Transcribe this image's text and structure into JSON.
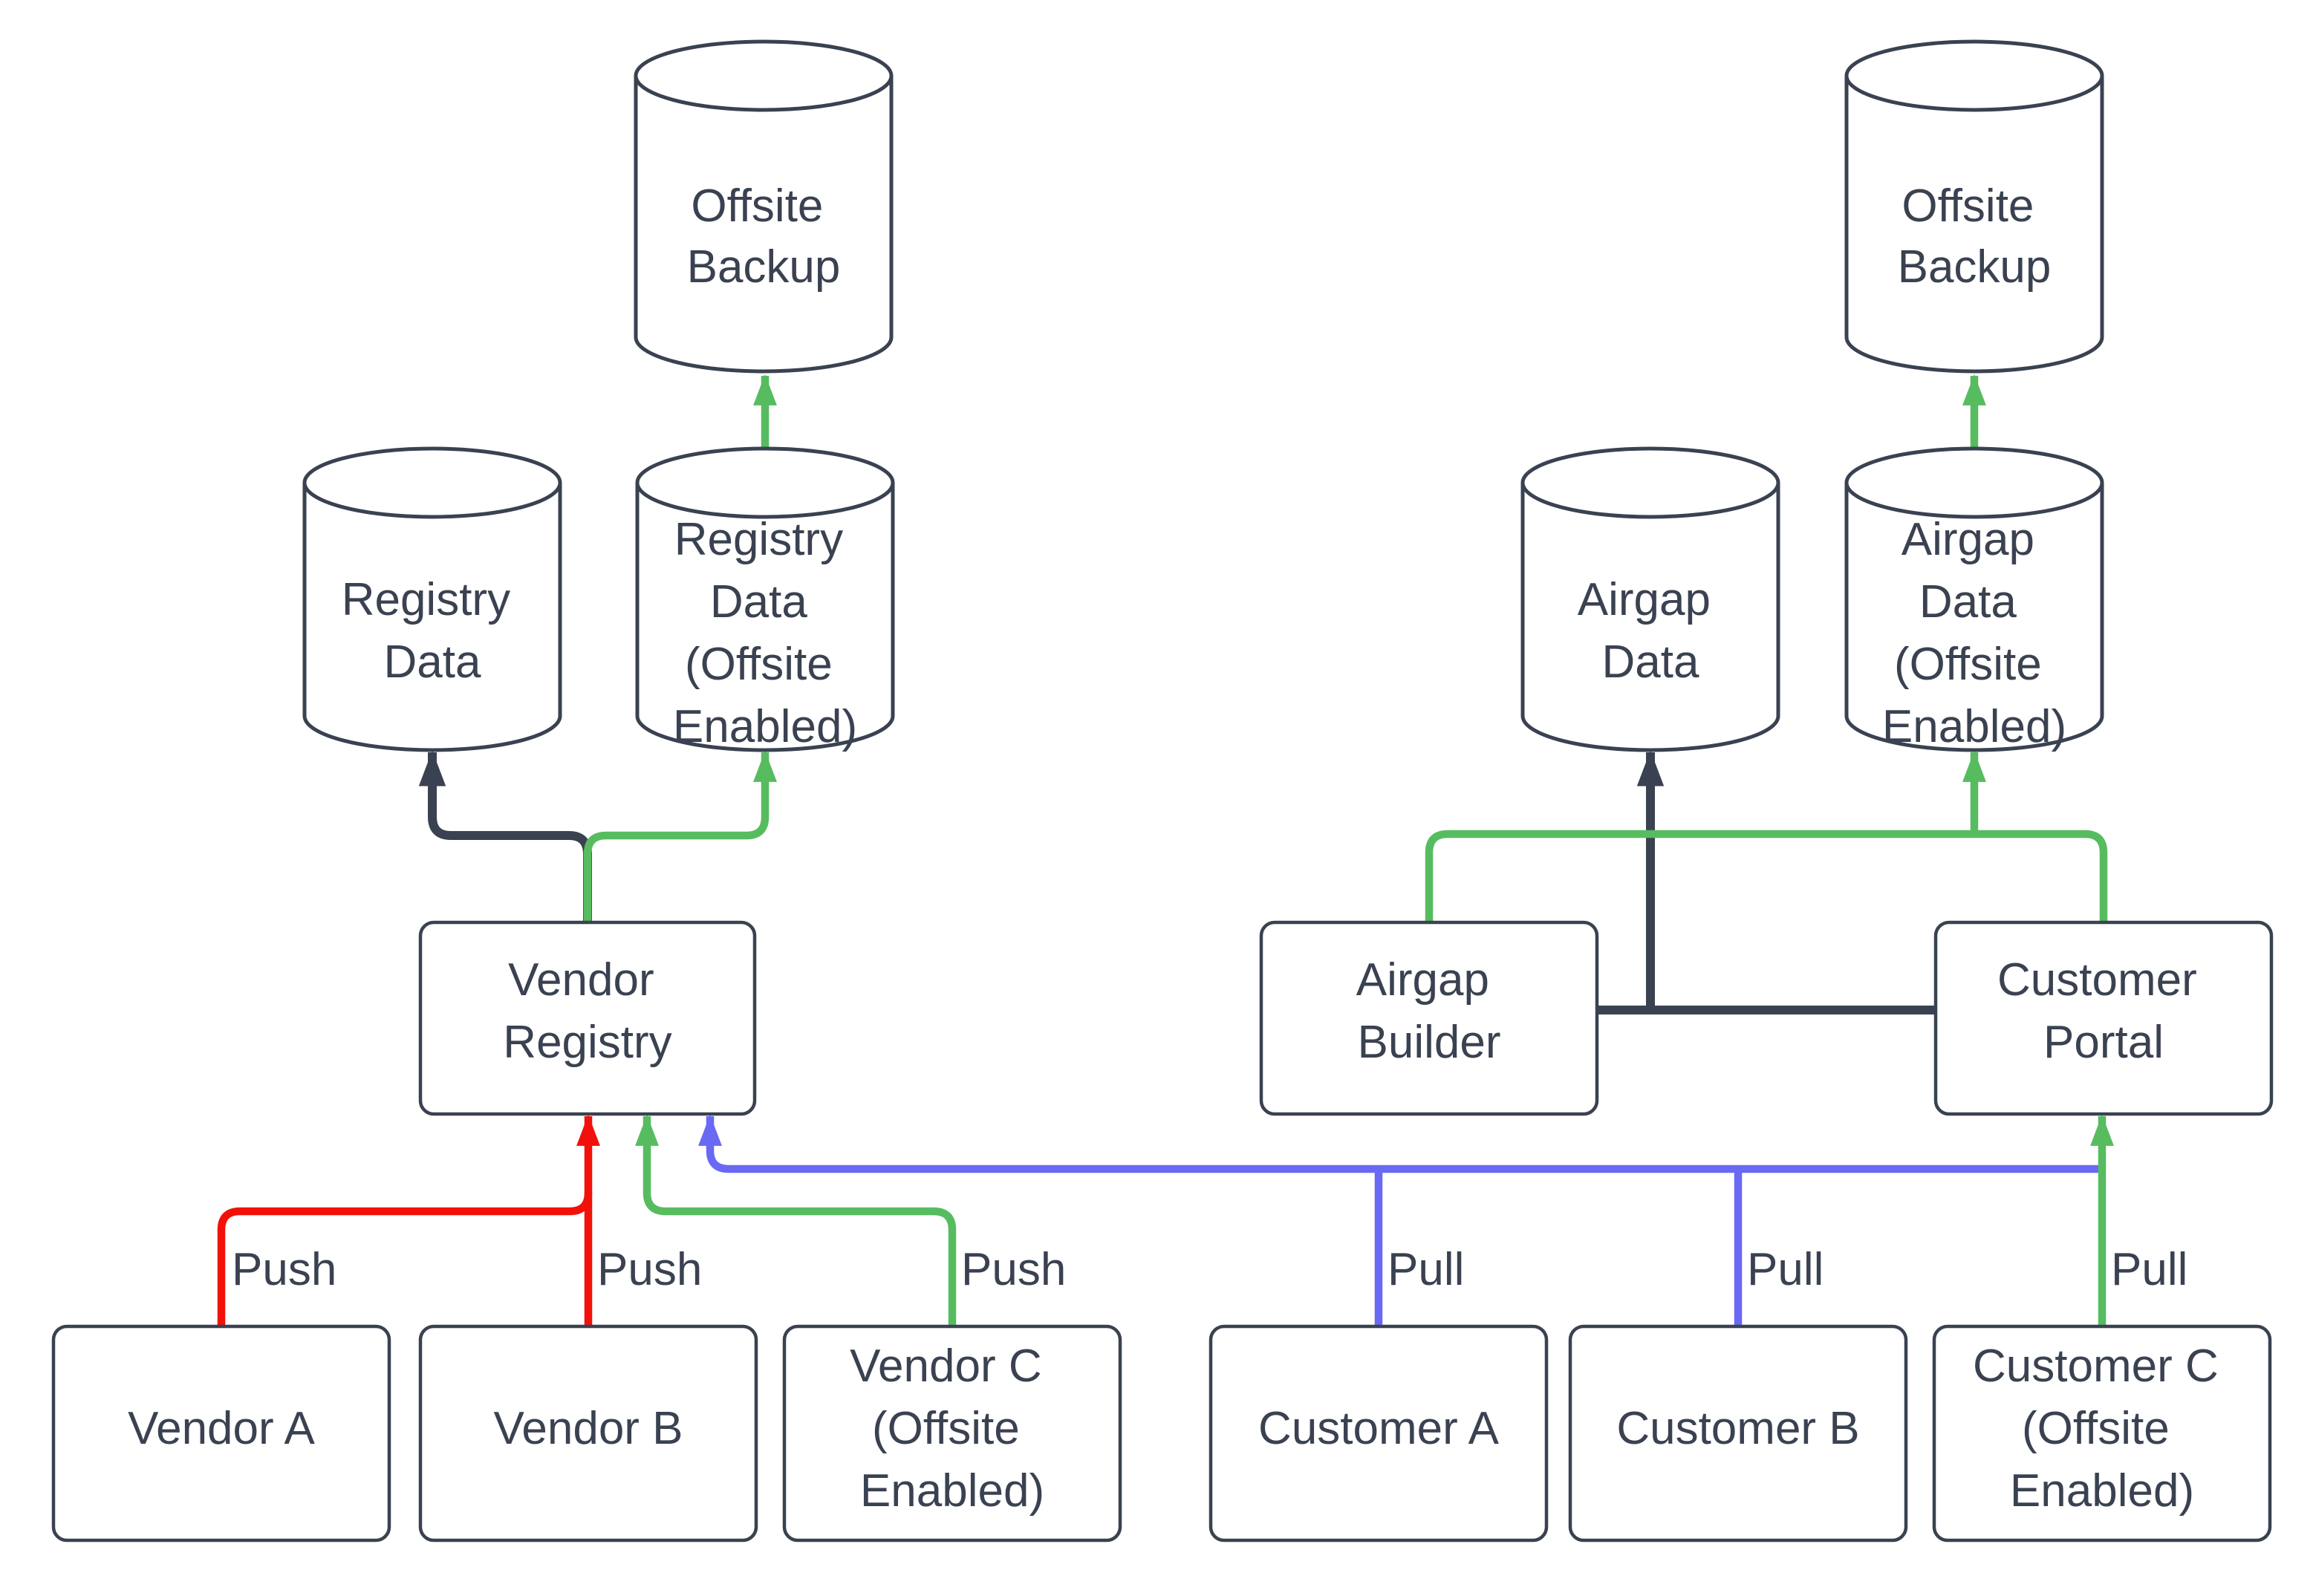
{
  "diagram": {
    "colors": {
      "background": "#ffffff",
      "dark": "#3a4251",
      "green": "#57bc5f",
      "red": "#f2110a",
      "blue": "#6969f3",
      "text": "#3a4251"
    },
    "nodes": {
      "offsite_backup_left": {
        "type": "cylinder",
        "lines": [
          "Offsite",
          "Backup"
        ]
      },
      "registry_data": {
        "type": "cylinder",
        "lines": [
          "Registry",
          "Data"
        ]
      },
      "registry_data_offsite": {
        "type": "cylinder",
        "lines": [
          "Registry",
          "Data",
          "(Offsite",
          "Enabled)"
        ]
      },
      "vendor_registry": {
        "type": "box",
        "lines": [
          "Vendor",
          "Registry"
        ]
      },
      "vendor_a": {
        "type": "box",
        "lines": [
          "Vendor A"
        ]
      },
      "vendor_b": {
        "type": "box",
        "lines": [
          "Vendor B"
        ]
      },
      "vendor_c": {
        "type": "box",
        "lines": [
          "Vendor C",
          "(Offsite",
          "Enabled)"
        ]
      },
      "airgap_data": {
        "type": "cylinder",
        "lines": [
          "Airgap",
          "Data"
        ]
      },
      "airgap_data_offsite": {
        "type": "cylinder",
        "lines": [
          "Airgap",
          "Data",
          "(Offsite",
          "Enabled)"
        ]
      },
      "offsite_backup_right": {
        "type": "cylinder",
        "lines": [
          "Offsite",
          "Backup"
        ]
      },
      "airgap_builder": {
        "type": "box",
        "lines": [
          "Airgap",
          "Builder"
        ]
      },
      "customer_portal": {
        "type": "box",
        "lines": [
          "Customer",
          "Portal"
        ]
      },
      "customer_a": {
        "type": "box",
        "lines": [
          "Customer A"
        ]
      },
      "customer_b": {
        "type": "box",
        "lines": [
          "Customer B"
        ]
      },
      "customer_c": {
        "type": "box",
        "lines": [
          "Customer C",
          "(Offsite",
          "Enabled)"
        ]
      }
    },
    "edge_labels": {
      "push_vendor_a": "Push",
      "push_vendor_b": "Push",
      "push_vendor_c": "Push",
      "pull_customer_a": "Pull",
      "pull_customer_b": "Pull",
      "pull_customer_c": "Pull"
    }
  }
}
